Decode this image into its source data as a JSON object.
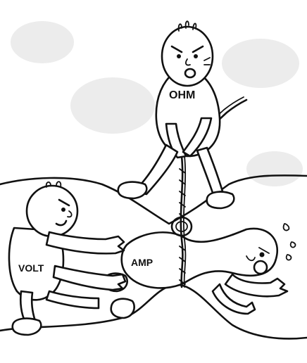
{
  "characters": {
    "ohm": {
      "label": "OHM"
    },
    "volt": {
      "label": "VOLT"
    },
    "amp": {
      "label": "AMP"
    }
  },
  "colors": {
    "ink": "#111111",
    "paper": "#ffffff",
    "smudge": "#e9e9e9"
  }
}
